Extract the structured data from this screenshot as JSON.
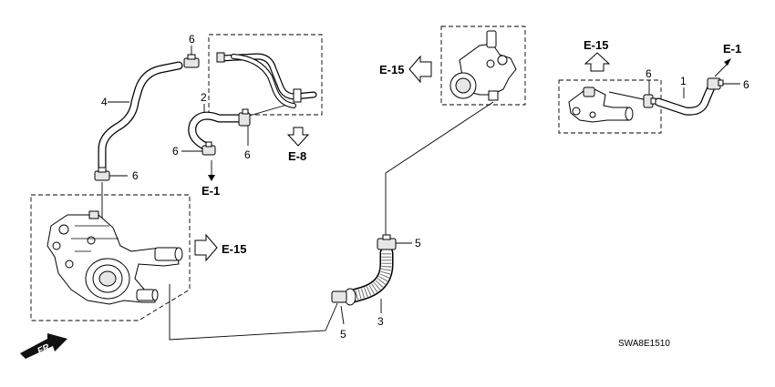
{
  "part_numbers": {
    "hose_1": "1",
    "hose_2": "2",
    "hose_3": "3",
    "hose_4": "4",
    "clamp_5": "5",
    "clamp_6": "6"
  },
  "references": {
    "e15": "E-15",
    "e1": "E-1",
    "e8": "E-8"
  },
  "front_marker": "FR.",
  "diagram_code": "SWA8E1510"
}
